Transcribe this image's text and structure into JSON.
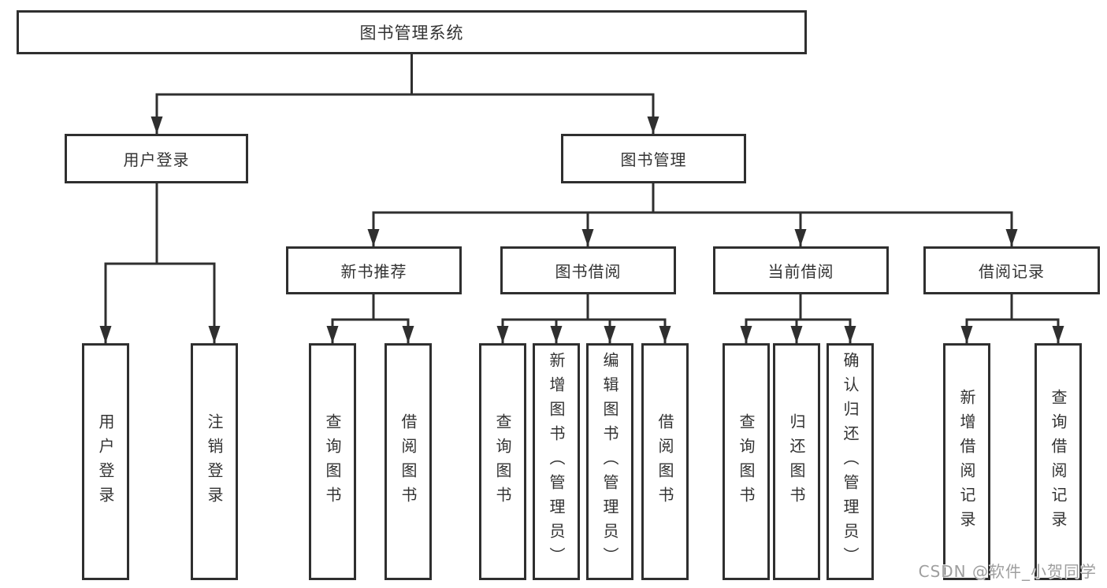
{
  "tree": {
    "label": "图书管理系统",
    "children": [
      {
        "label": "用户登录",
        "children": [
          {
            "label": "用户登录"
          },
          {
            "label": "注销登录"
          }
        ]
      },
      {
        "label": "图书管理",
        "children": [
          {
            "label": "新书推荐",
            "children": [
              {
                "label": "查询图书"
              },
              {
                "label": "借阅图书"
              }
            ]
          },
          {
            "label": "图书借阅",
            "children": [
              {
                "label": "查询图书"
              },
              {
                "label": "新增图书（管理员）"
              },
              {
                "label": "编辑图书（管理员）"
              },
              {
                "label": "借阅图书"
              }
            ]
          },
          {
            "label": "当前借阅",
            "children": [
              {
                "label": "查询图书"
              },
              {
                "label": "归还图书"
              },
              {
                "label": "确认归还（管理员）"
              }
            ]
          },
          {
            "label": "借阅记录",
            "children": [
              {
                "label": "新增借阅记录"
              },
              {
                "label": "查询借阅记录"
              }
            ]
          }
        ]
      }
    ]
  },
  "watermark": {
    "text": "CSDN @软件_小贺同学"
  },
  "colors": {
    "line": "#2f2f2f",
    "box_border": "#2f2f2f",
    "text": "#333333",
    "background": "#ffffff",
    "watermark_text": "#9e9e9e"
  }
}
